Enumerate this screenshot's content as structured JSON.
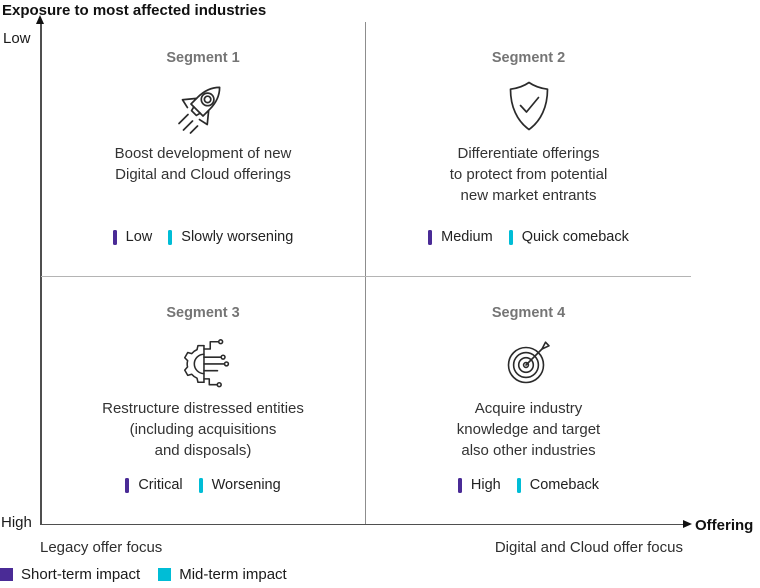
{
  "title": "Exposure to most affected industries",
  "axes": {
    "y_top_label": "Low",
    "y_bottom_label": "High",
    "x_axis_name": "Offering",
    "x_left_label": "Legacy offer focus",
    "x_right_label": "Digital and Cloud offer focus"
  },
  "colors": {
    "short_term": "#4A2B96",
    "mid_term": "#00BDD6"
  },
  "quadrants": [
    {
      "name": "Segment 1",
      "icon": "rocket-icon",
      "description": "Boost development of new\nDigital and Cloud offerings",
      "short_term": "Low",
      "mid_term": "Slowly worsening"
    },
    {
      "name": "Segment 2",
      "icon": "shield-check-icon",
      "description": "Differentiate offerings\nto protect from potential\nnew market entrants",
      "short_term": "Medium",
      "mid_term": "Quick comeback"
    },
    {
      "name": "Segment 3",
      "icon": "gear-circuit-icon",
      "description": "Restructure distressed entities\n(including acquisitions\nand disposals)",
      "short_term": "Critical",
      "mid_term": "Worsening"
    },
    {
      "name": "Segment 4",
      "icon": "target-arrow-icon",
      "description": "Acquire industry\nknowledge and target\nalso other industries",
      "short_term": "High",
      "mid_term": "Comeback"
    }
  ],
  "legend": [
    {
      "label": "Short-term impact",
      "color_key": "short_term"
    },
    {
      "label": "Mid-term impact",
      "color_key": "mid_term"
    }
  ]
}
